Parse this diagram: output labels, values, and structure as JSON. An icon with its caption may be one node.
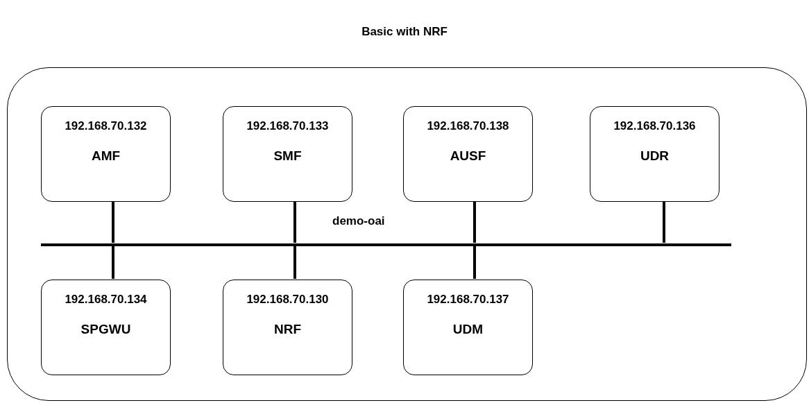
{
  "diagram": {
    "title": "Basic with NRF",
    "nodes": [
      {
        "text": [],
        "shape": "box"
      },
      {
        "text": [
          "192.168.70.132",
          "AMF"
        ],
        "in": 0
      },
      {
        "text": [
          "192.168.70.133",
          "SMF"
        ],
        "in": 0
      },
      {
        "text": [
          "192.168.70.138",
          "AUSF"
        ],
        "in": 0
      },
      {
        "text": [
          "192.168.70.136",
          "UDR"
        ],
        "in": 0
      },
      {
        "text": [],
        "shape": "bar",
        "beside": [
          "demo-oai"
        ],
        "in": 0
      },
      {
        "text": [
          "192.168.70.134",
          "SPGWU"
        ],
        "in": 0
      },
      {
        "text": [
          "192.168.70.130",
          "NRF"
        ],
        "in": 0
      },
      {
        "text": [
          "192.168.70.137",
          "UDM"
        ],
        "in": 0
      }
    ],
    "edges": [
      {
        "from": 1,
        "to": 5,
        "arrow": "none"
      },
      {
        "from": 2,
        "to": 5,
        "arrow": "none"
      },
      {
        "from": 3,
        "to": 5,
        "arrow": "none"
      },
      {
        "from": 4,
        "to": 5,
        "arrow": "none"
      },
      {
        "from": 5,
        "to": 6,
        "arrow": "none"
      },
      {
        "from": 5,
        "to": 7,
        "arrow": "none"
      },
      {
        "from": 5,
        "to": 8,
        "arrow": "none"
      }
    ]
  }
}
